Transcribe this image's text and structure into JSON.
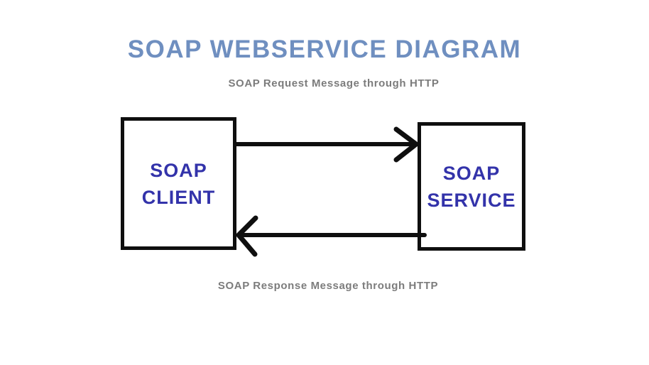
{
  "title": "SOAP WEBSERVICE DIAGRAM",
  "captions": {
    "request": "SOAP Request Message through HTTP",
    "response": "SOAP Response Message through HTTP"
  },
  "nodes": {
    "client": {
      "line1": "SOAP",
      "line2": "CLIENT"
    },
    "service": {
      "line1": "SOAP",
      "line2": "SERVICE"
    }
  },
  "arrows": [
    {
      "name": "request-arrow",
      "from": "client",
      "to": "service",
      "direction": "right"
    },
    {
      "name": "response-arrow",
      "from": "service",
      "to": "client",
      "direction": "left"
    }
  ],
  "colors": {
    "title": "#6f8fc0",
    "box_label": "#3333aa",
    "caption": "#7c7c7c",
    "line": "#0f0f0f",
    "background": "#ffffff"
  }
}
